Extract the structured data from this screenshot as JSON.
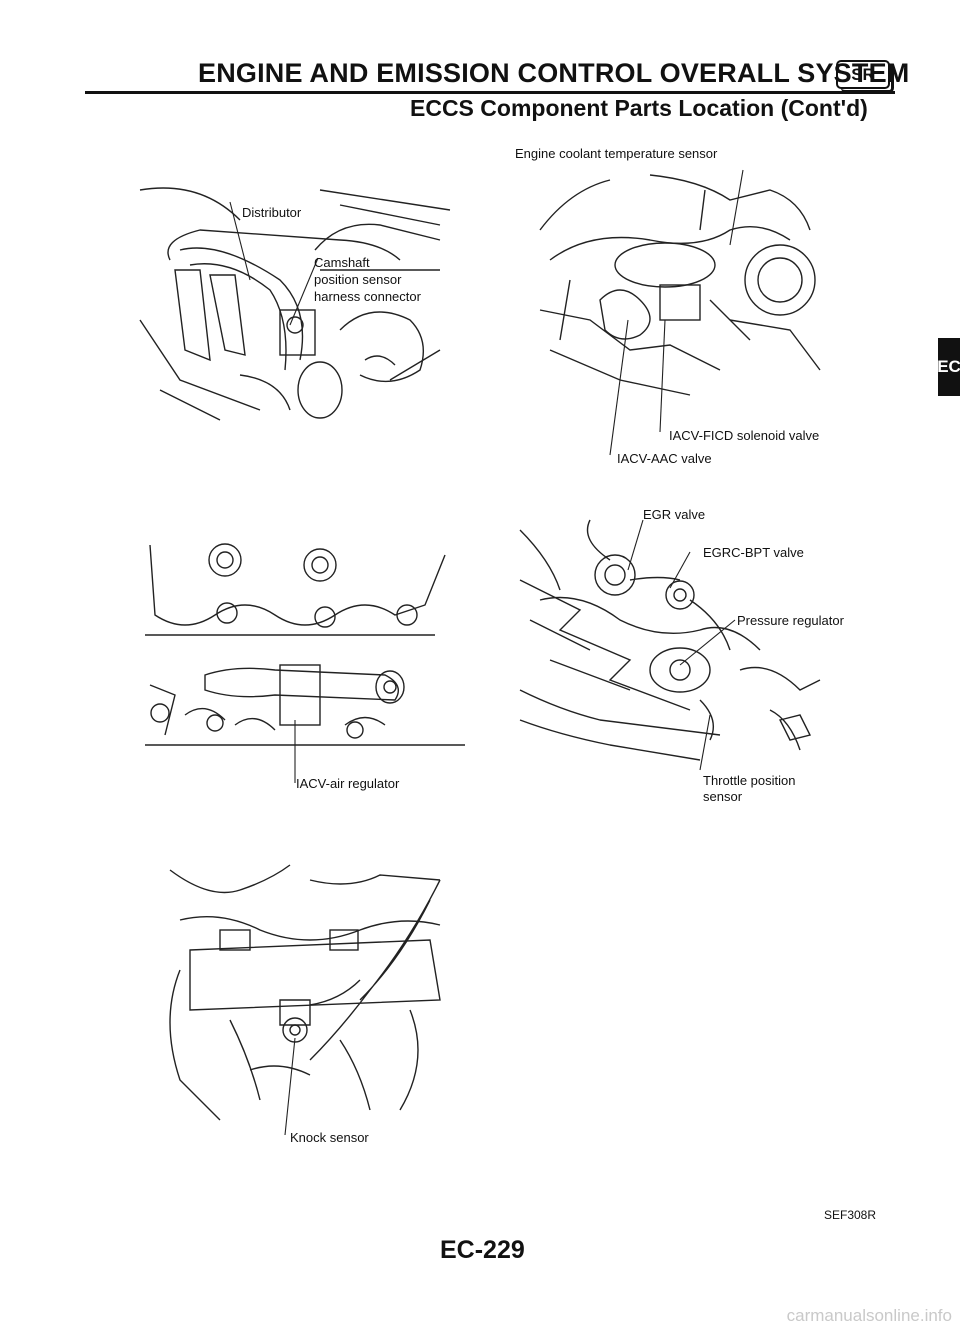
{
  "header": {
    "title": "ENGINE AND EMISSION CONTROL OVERALL SYSTEM",
    "badge": "SR",
    "subtitle": "ECCS Component Parts Location (Cont'd)"
  },
  "side_tab": "EC",
  "figures": {
    "distributor": {
      "labels": {
        "distributor": "Distributor",
        "camshaft_l1": "Camshaft",
        "camshaft_l2": "position sensor",
        "camshaft_l3": "harness connector"
      }
    },
    "coolant": {
      "labels": {
        "coolant": "Engine coolant temperature sensor",
        "ficd": "IACV-FICD solenoid valve",
        "aac": "IACV-AAC valve"
      }
    },
    "iacv_air": {
      "labels": {
        "regulator": "IACV-air regulator"
      }
    },
    "egr": {
      "labels": {
        "egr": "EGR valve",
        "egrc": "EGRC-BPT valve",
        "pressure": "Pressure regulator",
        "throttle_l1": "Throttle position",
        "throttle_l2": "sensor"
      }
    },
    "knock": {
      "labels": {
        "knock": "Knock sensor"
      }
    }
  },
  "footer": {
    "page_number": "EC-229",
    "ref_code": "SEF308R"
  },
  "watermark": "carmanualsonline.info"
}
